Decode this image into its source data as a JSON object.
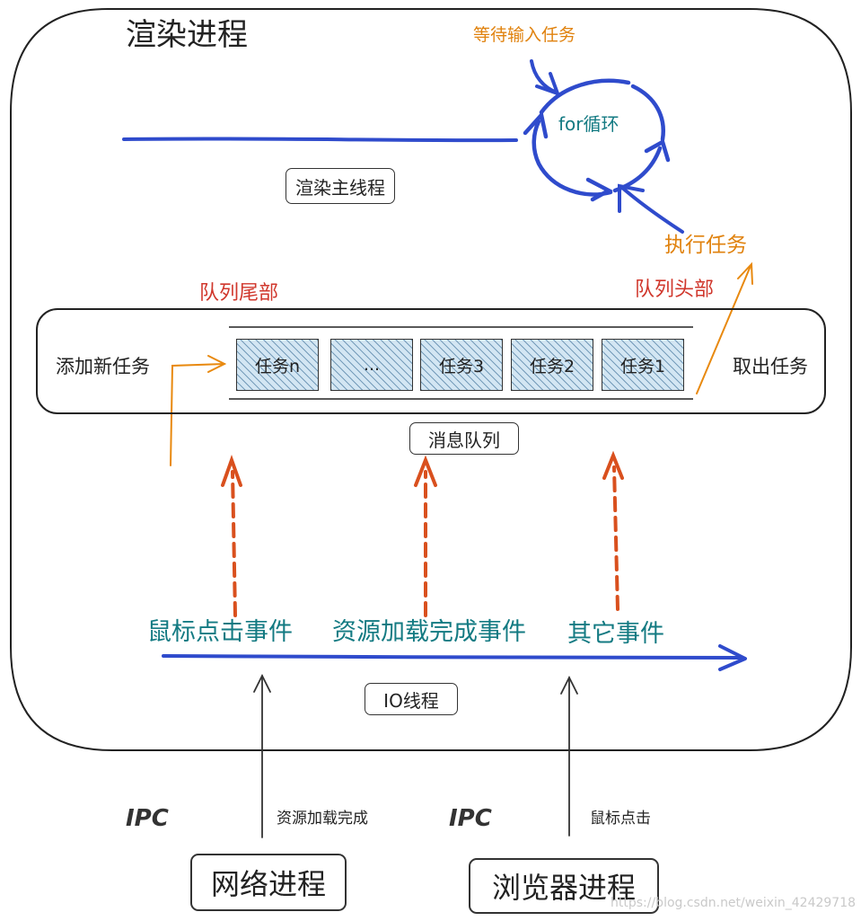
{
  "render_process": {
    "title": "渲染进程"
  },
  "main_thread": {
    "label": "渲染主线程",
    "loop_label": "for循环",
    "wait_label": "等待输入任务",
    "exec_label": "执行任务"
  },
  "message_queue": {
    "label": "消息队列",
    "tail_label": "队列尾部",
    "head_label": "队列头部",
    "add_label": "添加新任务",
    "take_label": "取出任务",
    "tasks": [
      "任务n",
      "...",
      "任务3",
      "任务2",
      "任务1"
    ]
  },
  "events": [
    "鼠标点击事件",
    "资源加载完成事件",
    "其它事件"
  ],
  "io_thread": {
    "label": "IO线程"
  },
  "ipc": [
    {
      "tag": "IPC",
      "message": "资源加载完成"
    },
    {
      "tag": "IPC",
      "message": "鼠标点击"
    }
  ],
  "processes": [
    "网络进程",
    "浏览器进程"
  ],
  "watermark": "https://blog.csdn.net/weixin_42429718",
  "colors": {
    "blue": "#2f4bcc",
    "orange": "#e8890f",
    "red_dashed": "#d9501e",
    "teal": "#137a82",
    "red_text": "#d0372c"
  }
}
